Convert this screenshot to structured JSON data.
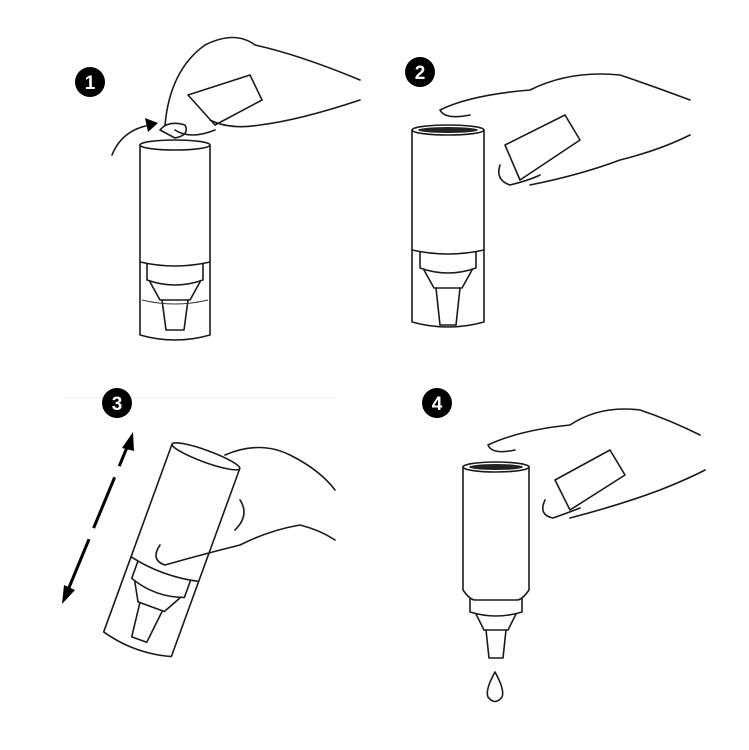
{
  "steps": [
    {
      "number": "1"
    },
    {
      "number": "2"
    },
    {
      "number": "3"
    },
    {
      "number": "4"
    }
  ],
  "colors": {
    "ink": "#1a1a1a",
    "badge": "#000000",
    "background": "#ffffff"
  }
}
